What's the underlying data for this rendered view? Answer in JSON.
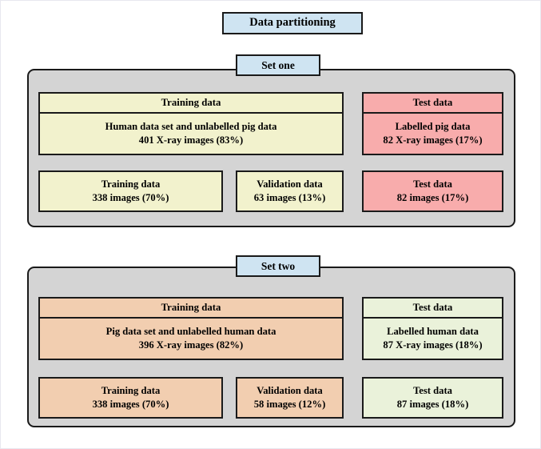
{
  "diagram": {
    "title": "Data partitioning",
    "sets": [
      {
        "label": "Set one",
        "training_header": "Training data",
        "test_header": "Test data",
        "training_body_line1": "Human data set and unlabelled pig data",
        "training_body_line2": "401 X-ray images (83%)",
        "test_body_line1": "Labelled pig data",
        "test_body_line2": "82 X-ray images (17%)",
        "splits": [
          {
            "name": "Training data",
            "count": "338 images (70%)",
            "color": "#f2f2cd"
          },
          {
            "name": "Validation data",
            "count": "63 images (13%)",
            "color": "#f2f2cd"
          },
          {
            "name": "Test data",
            "count": "82 images (17%)",
            "color": "#f8acac"
          }
        ]
      },
      {
        "label": "Set two",
        "training_header": "Training data",
        "test_header": "Test data",
        "training_body_line1": "Pig data set and unlabelled human data",
        "training_body_line2": "396 X-ray images (82%)",
        "test_body_line1": "Labelled human data",
        "test_body_line2": "87 X-ray images (18%)",
        "splits": [
          {
            "name": "Training data",
            "count": "338 images (70%)",
            "color": "#f2ceb0"
          },
          {
            "name": "Validation data",
            "count": "58 images (12%)",
            "color": "#f2ceb0"
          },
          {
            "name": "Test data",
            "count": "87 images (18%)",
            "color": "#eaf2da"
          }
        ]
      }
    ],
    "colors": {
      "title_box": "#cfe4f2",
      "group_background": "#d4d4d4",
      "yellow": "#f2f2cd",
      "pink": "#f8acac",
      "peach": "#f2ceb0",
      "green": "#eaf2da",
      "outline": "#1a1a1a"
    }
  }
}
